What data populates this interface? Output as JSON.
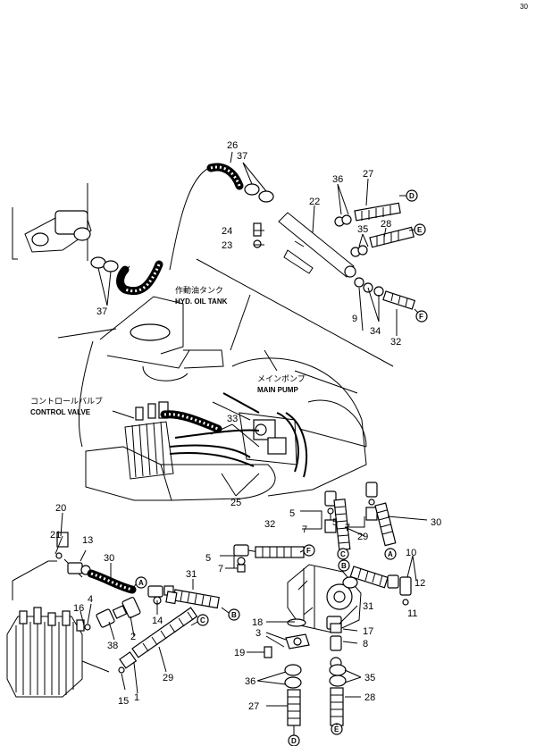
{
  "corner_mark": "30",
  "tank_label": {
    "jp": "作動油タンク",
    "en": "HYD. OIL TANK"
  },
  "pump_label": {
    "jp": "メインポンプ",
    "en": "MAIN PUMP"
  },
  "valve_label": {
    "jp": "コントロールバルブ",
    "en": "CONTROL VALVE"
  },
  "part_numbers": {
    "p26": "26",
    "p37a": "37",
    "p37b": "37",
    "p36": "36",
    "p27a": "27",
    "p22": "22",
    "p24": "24",
    "p23": "23",
    "p28a": "28",
    "p35a": "35",
    "p9": "9",
    "p34": "34",
    "p32a": "32",
    "p33": "33",
    "p25": "25",
    "p5a": "5",
    "p7a": "7",
    "p32b": "32",
    "p5b": "5",
    "p7b": "7",
    "p29a": "29",
    "p30a": "30",
    "p5c": "5",
    "p7c": "7",
    "p10": "10",
    "p12": "12",
    "p11": "11",
    "p31a": "31",
    "p18": "18",
    "p3": "3",
    "p19": "19",
    "p17": "17",
    "p8": "8",
    "p36b": "36",
    "p35b": "35",
    "p27b": "27",
    "p28b": "28",
    "p20": "20",
    "p21": "21",
    "p13": "13",
    "p30b": "30",
    "p31b": "31",
    "p4": "4",
    "p16": "16",
    "p14": "14",
    "p38": "38",
    "p2": "2",
    "p29b": "29",
    "p15": "15",
    "p1": "1"
  },
  "connection_tags": {
    "D1": "D",
    "E1": "E",
    "F1": "F",
    "F2": "F",
    "C1": "C",
    "A1": "A",
    "B1": "B",
    "A2": "A",
    "B2": "B",
    "C2": "C",
    "D2": "D",
    "E2": "E"
  }
}
